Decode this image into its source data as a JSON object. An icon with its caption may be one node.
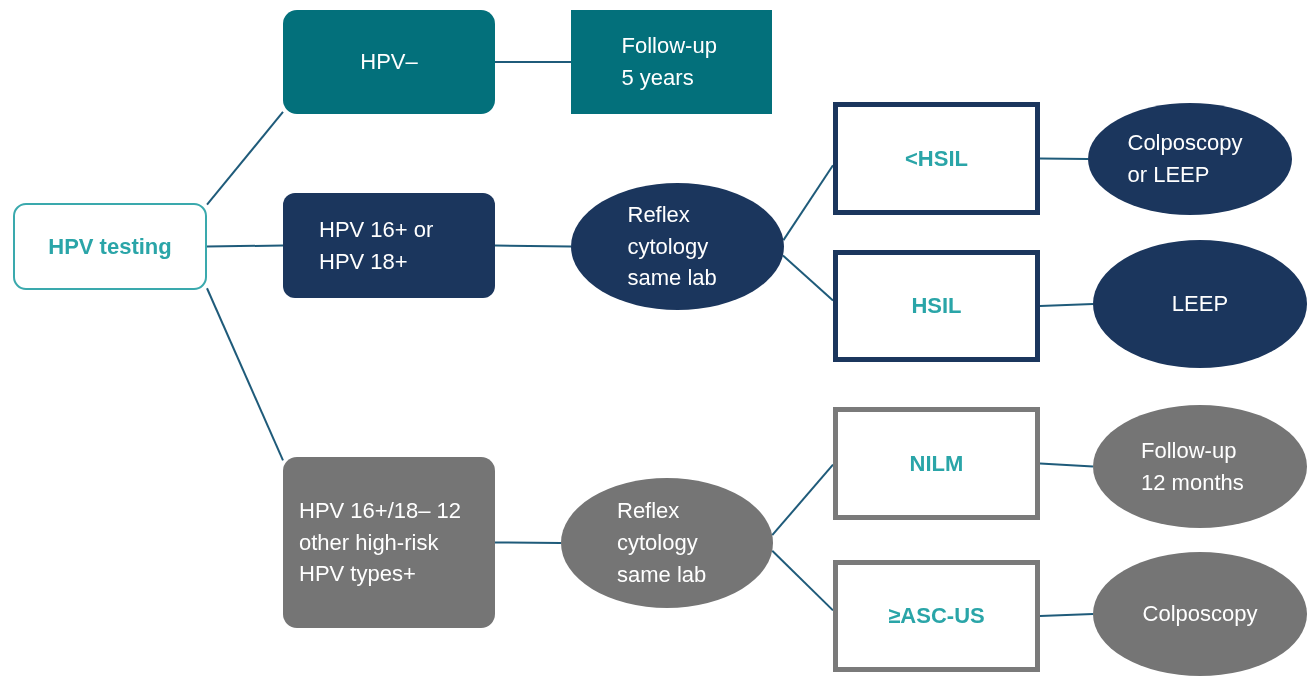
{
  "diagram": {
    "nodes": [
      {
        "text": [
          "HPV testing"
        ]
      },
      {
        "text": [
          "HPV–"
        ]
      },
      {
        "text": [
          "Follow-up 5 years"
        ]
      },
      {
        "text": [
          "HPV 16+ or HPV 18+"
        ]
      },
      {
        "text": [
          "Reflex cytology same lab"
        ]
      },
      {
        "text": [
          "<HSIL"
        ]
      },
      {
        "text": [
          "HSIL"
        ]
      },
      {
        "text": [
          "Colposcopy or LEEP"
        ]
      },
      {
        "text": [
          "LEEP"
        ]
      },
      {
        "text": [
          "HPV 16+/18– 12 other high-risk HPV types+"
        ]
      },
      {
        "text": [
          "Reflex cytology same lab"
        ]
      },
      {
        "text": [
          "NILM"
        ]
      },
      {
        "text": [
          "≥ASC-US"
        ]
      },
      {
        "text": [
          "Follow-up 12 months"
        ]
      },
      {
        "text": [
          "Colposcopy"
        ]
      }
    ],
    "edges": [
      {
        "from": 0,
        "to": 1,
        "arrow": "none"
      },
      {
        "from": 0,
        "to": 3,
        "arrow": "none"
      },
      {
        "from": 0,
        "to": 9,
        "arrow": "none"
      },
      {
        "from": 1,
        "to": 2,
        "arrow": "none"
      },
      {
        "from": 3,
        "to": 4,
        "arrow": "none"
      },
      {
        "from": 4,
        "to": 5,
        "arrow": "none"
      },
      {
        "from": 4,
        "to": 6,
        "arrow": "none"
      },
      {
        "from": 5,
        "to": 7,
        "arrow": "none"
      },
      {
        "from": 6,
        "to": 8,
        "arrow": "none"
      },
      {
        "from": 9,
        "to": 10,
        "arrow": "none"
      },
      {
        "from": 10,
        "to": 11,
        "arrow": "none"
      },
      {
        "from": 10,
        "to": 12,
        "arrow": "none"
      },
      {
        "from": 11,
        "to": 13,
        "arrow": "none"
      },
      {
        "from": 12,
        "to": 14,
        "arrow": "none"
      }
    ]
  }
}
